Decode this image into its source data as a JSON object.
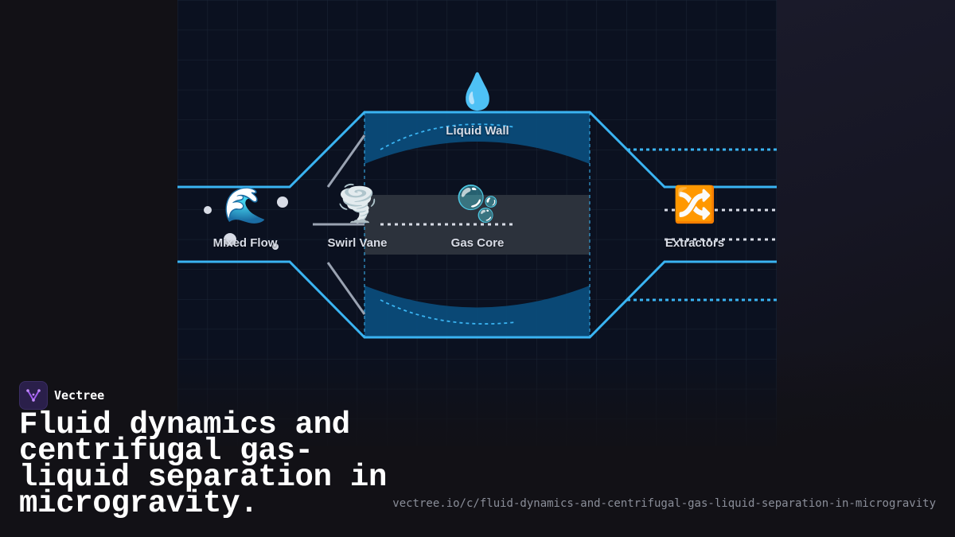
{
  "diagram": {
    "nodes": [
      {
        "id": "mixed-flow",
        "label": "Mixed Flow",
        "icon": "🌊"
      },
      {
        "id": "swirl-vane",
        "label": "Swirl Vane",
        "icon": "🌪️"
      },
      {
        "id": "gas-core",
        "label": "Gas Core",
        "icon": "🫧"
      },
      {
        "id": "liquid-wall",
        "label": "Liquid Wall",
        "icon": "💧"
      },
      {
        "id": "extractors",
        "label": "Extractors",
        "icon": "🔀"
      }
    ],
    "colors": {
      "background": "#0b1120",
      "pipe": "#3ab4f2",
      "liquid": "#0a4f7e",
      "core": "#2c323c",
      "page": "#121116"
    }
  },
  "brand": {
    "name": "Vectree"
  },
  "headline": "Fluid dynamics and centrifugal gas-liquid separation in microgravity.",
  "url": "vectree.io/c/fluid-dynamics-and-centrifugal-gas-liquid-separation-in-microgravity"
}
